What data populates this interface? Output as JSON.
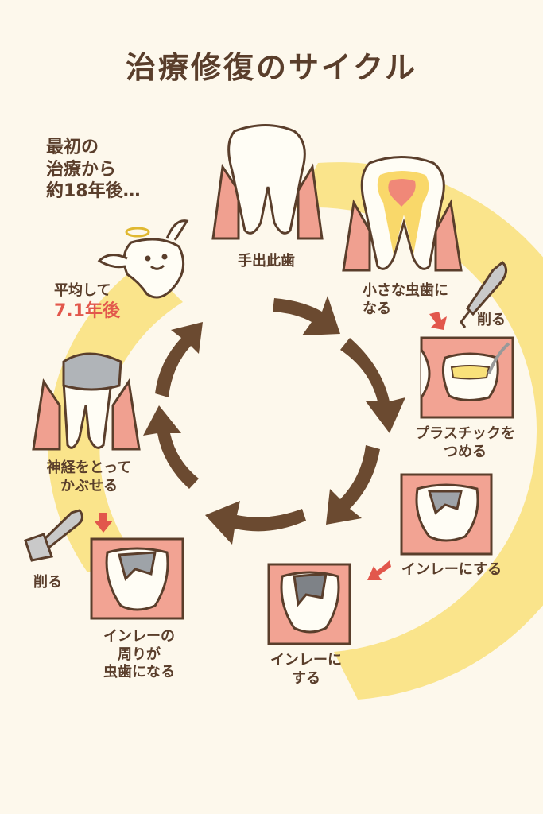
{
  "title": "治療修復のサイクル",
  "intro": {
    "line1": "最初の",
    "line2": "治療から",
    "line3": "約18年後…"
  },
  "average": {
    "line1": "平均して",
    "line2": "7.1年後"
  },
  "steps": [
    {
      "line1": "手出此歯"
    },
    {
      "line1": "小さな虫歯に",
      "line2": "なる"
    },
    {
      "line1": "プラスチックを",
      "line2": "つめる"
    },
    {
      "line1": "インレーにする"
    },
    {
      "line1": "インレーに",
      "line2": "する"
    },
    {
      "line1": "インレーの",
      "line2": "周りが",
      "line3": "虫歯になる"
    },
    {
      "line1": "神経をとって",
      "line2": "かぶせる"
    }
  ],
  "cut_label_right": "削る",
  "cut_label_left": "削る",
  "colors": {
    "brown": "#6b4a30",
    "yellow": "#f9e17a",
    "gum": "#f0a090",
    "red": "#e2574c",
    "background": "#fdf8ec"
  }
}
